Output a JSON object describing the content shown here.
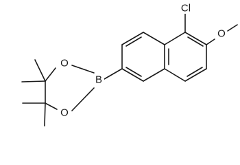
{
  "structure": {
    "atoms": {
      "chlorine": "Cl",
      "oxygen_methoxy": "O",
      "boron": "B",
      "oxygen_ring_top": "O",
      "oxygen_ring_bottom": "O"
    },
    "colors": {
      "bond": "#1a1a1a",
      "background": "#ffffff"
    }
  }
}
